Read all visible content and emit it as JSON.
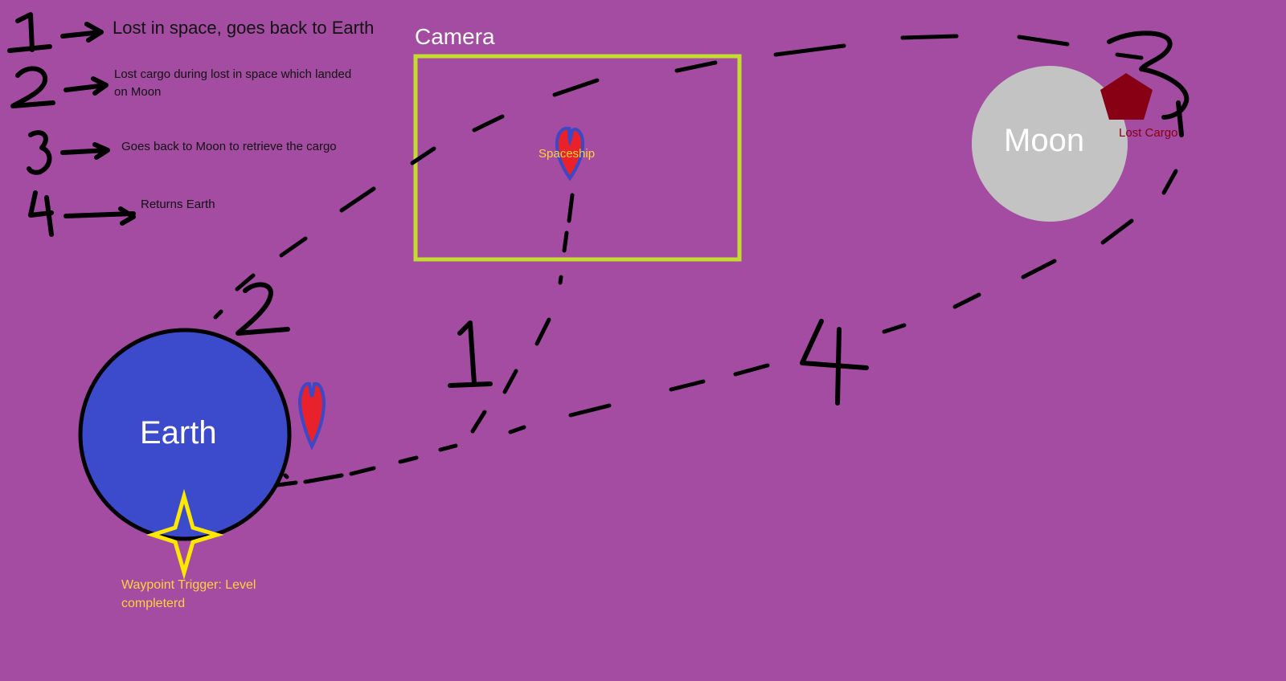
{
  "legend": {
    "items": [
      {
        "number": "1",
        "text": "Lost in space, goes back to Earth"
      },
      {
        "number": "2",
        "text": "Lost cargo during lost in space which landed on Moon"
      },
      {
        "number": "3",
        "text": "Goes back to Moon to retrieve the cargo"
      },
      {
        "number": "4",
        "text": "Returns Earth"
      }
    ]
  },
  "camera": {
    "label": "Camera",
    "color": "#c3dc2e"
  },
  "spaceship": {
    "label": "Spaceship",
    "label_color": "#ffd33c"
  },
  "earth": {
    "label": "Earth",
    "color": "#3c4bcc"
  },
  "moon": {
    "label": "Moon",
    "color": "#c3c3c3"
  },
  "cargo": {
    "label": "Lost Cargo",
    "color": "#870014"
  },
  "waypoint": {
    "label": "Waypoint Trigger: Level completerd",
    "color": "#ffe800"
  },
  "path_numbers": {
    "one": "1",
    "two": "2",
    "three": "3",
    "four": "4"
  },
  "colors": {
    "background": "#a34ca1",
    "ship_fill": "#e8212b",
    "ship_outline": "#3b48c8"
  }
}
